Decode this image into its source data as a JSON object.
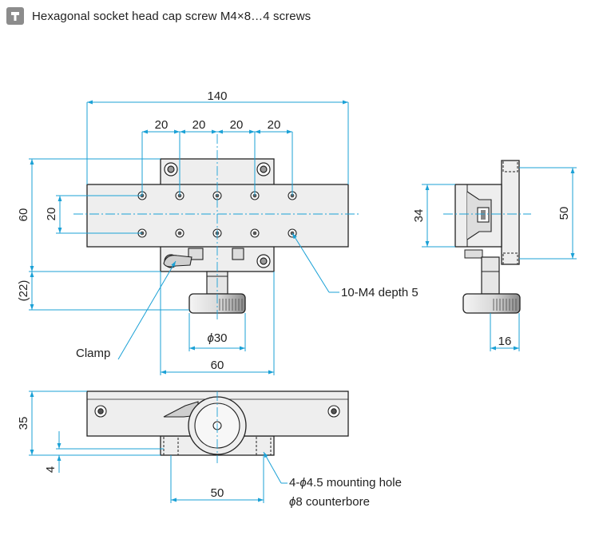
{
  "header": {
    "icon": "screw-icon",
    "title": "Hexagonal socket head cap screw M4×8…4 screws"
  },
  "dimensions": {
    "width_140": "140",
    "pitch_20_a": "20",
    "pitch_20_b": "20",
    "pitch_20_c": "20",
    "pitch_20_d": "20",
    "height_60": "60",
    "row_20": "20",
    "ref_22": "(22)",
    "knob_dia": "30",
    "base_60": "60",
    "side_34": "34",
    "side_50": "50",
    "side_16": "16",
    "front_35": "35",
    "front_4": "4",
    "front_50": "50"
  },
  "callouts": {
    "tapped_holes": "10-M4 depth 5",
    "clamp": "Clamp",
    "mounting_hole_prefix": "4-",
    "mounting_hole_dia": "4.5 mounting hole",
    "counterbore_dia": "8 counterbore",
    "phi": "ϕ"
  },
  "colors": {
    "dimension_line": "#1ba1d6",
    "part_fill": "#eeeeee",
    "outline": "#222222"
  }
}
